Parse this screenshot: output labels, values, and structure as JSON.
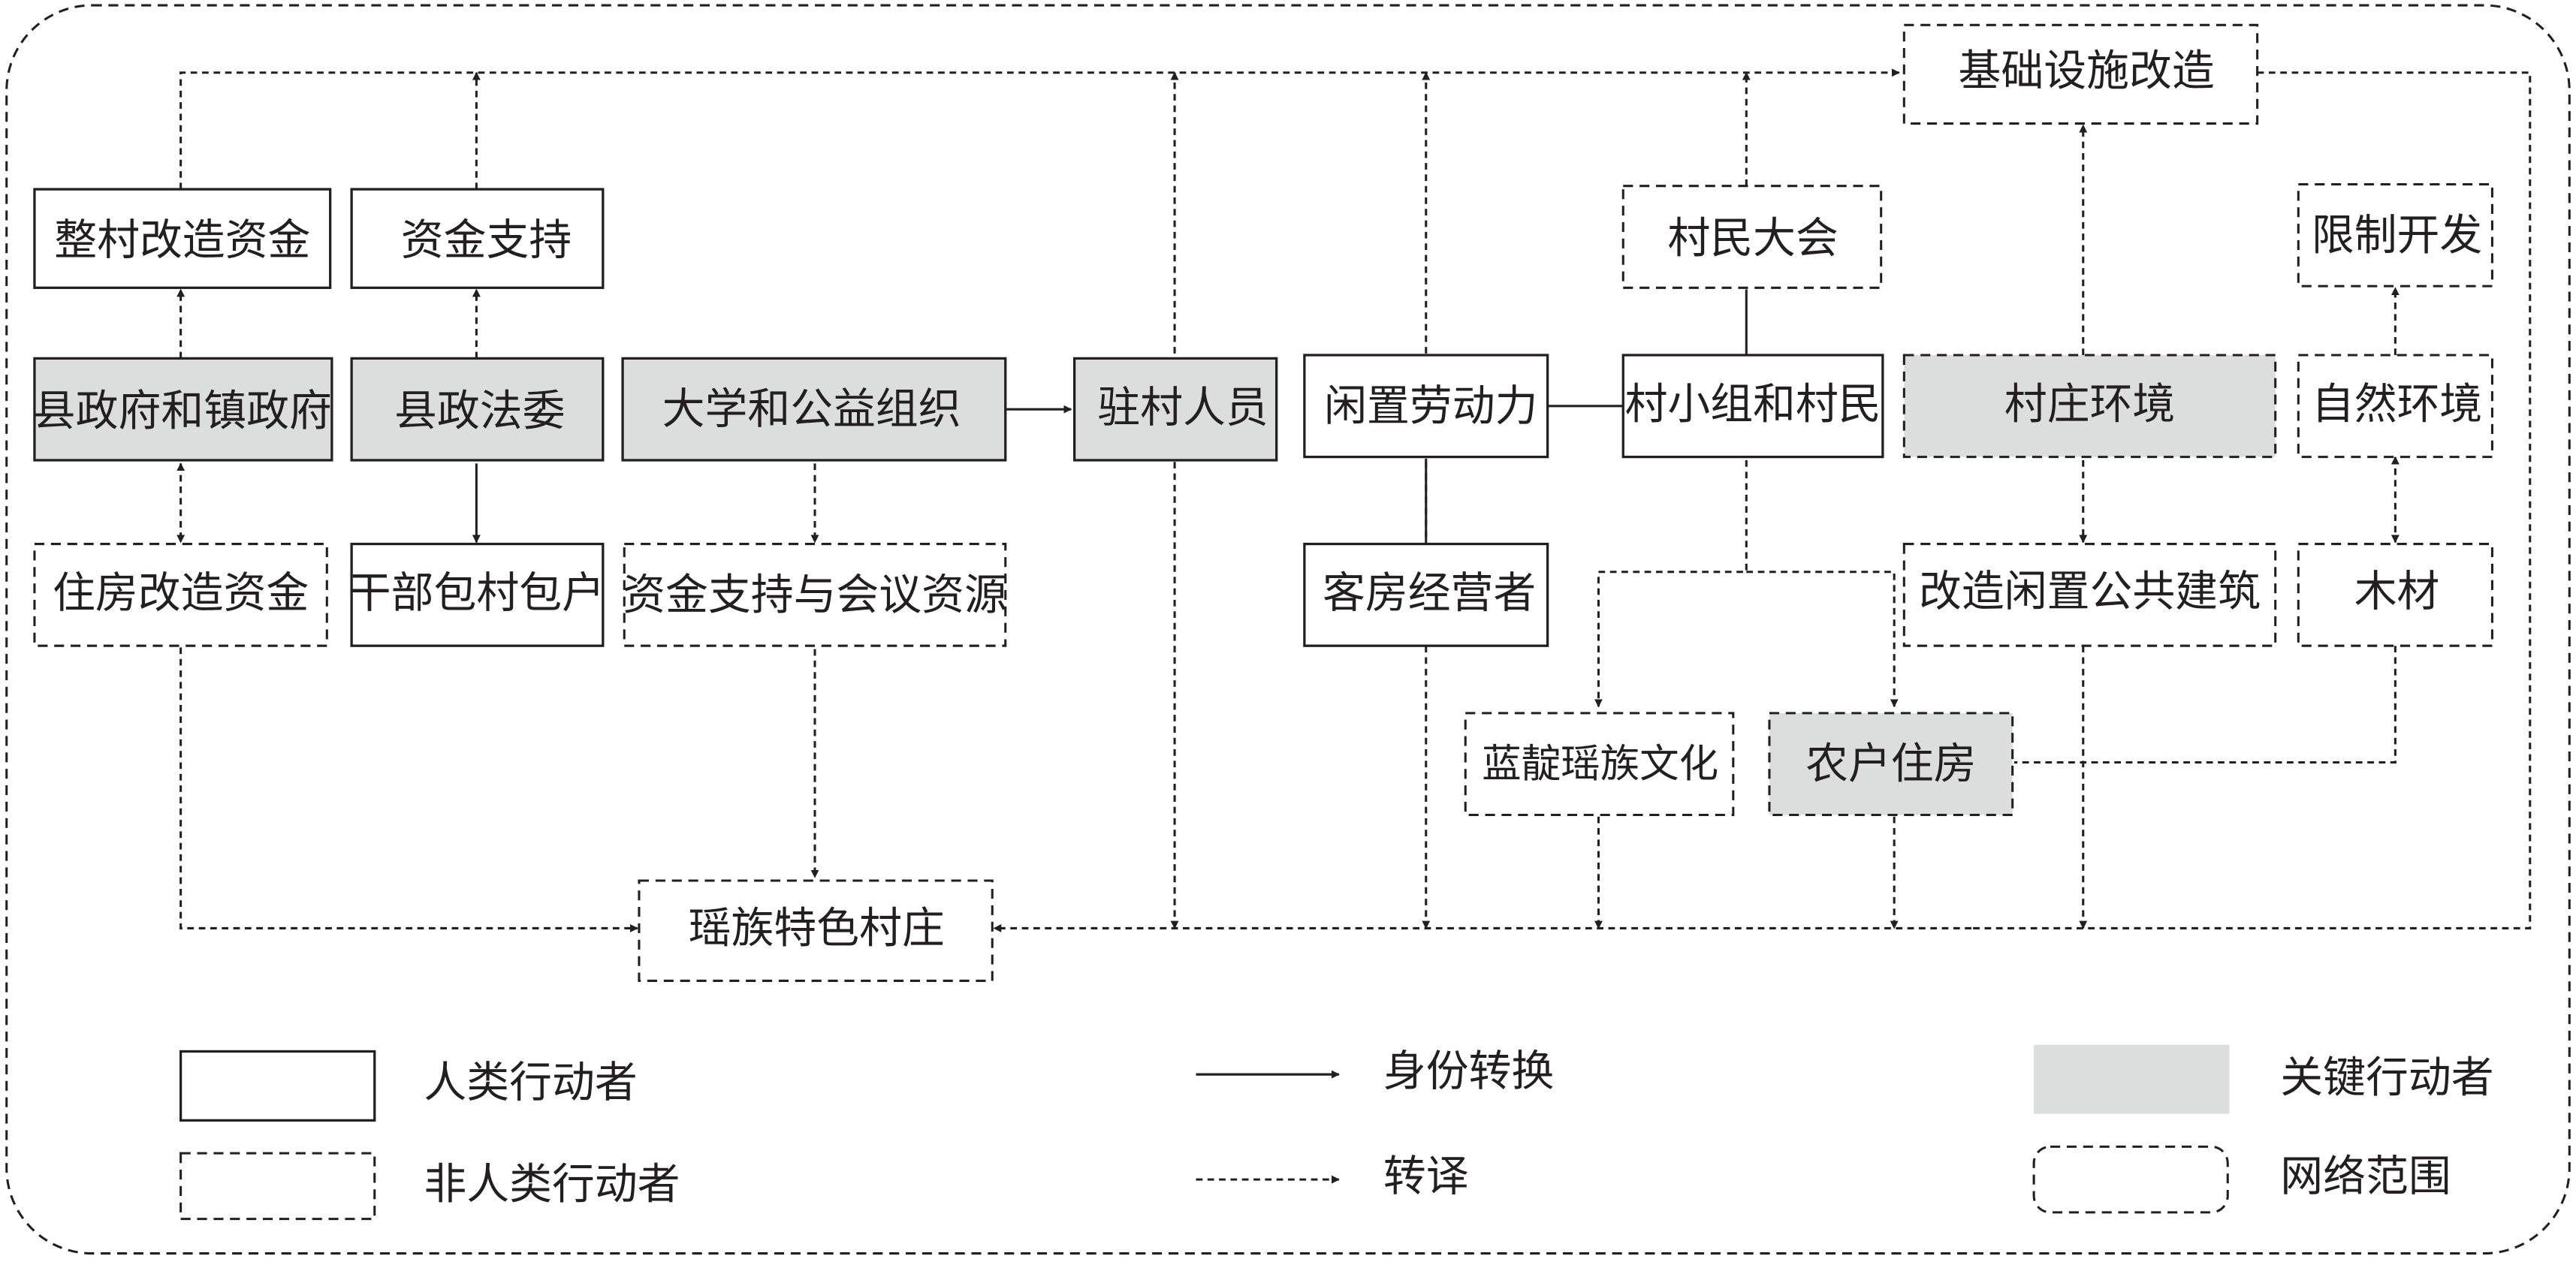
{
  "nodes": {
    "whole_village_fund": "整村改造资金",
    "fund_support": "资金支持",
    "county_town_gov": "县政府和镇政府",
    "county_politics_law": "县政法委",
    "university_public": "大学和公益组织",
    "resident_staff": "驻村人员",
    "idle_labor": "闲置劳动力",
    "village_group": "村小组和村民",
    "village_env": "村庄环境",
    "natural_env": "自然环境",
    "limit_dev": "限制开发",
    "infra_renovation": "基础设施改造",
    "villager_meeting": "村民大会",
    "housing_fund": "住房改造资金",
    "cadre_contract": "干部包村包户",
    "fund_meeting_res": "资金支持与会议资源",
    "guesthouse_operator": "客房经营者",
    "renovate_public_bldg": "改造闲置公共建筑",
    "timber": "木材",
    "lan_dian_culture": "蓝靛瑶族文化",
    "farmer_housing": "农户住房",
    "yao_village": "瑶族特色村庄"
  },
  "legend": {
    "human_actor": "人类行动者",
    "nonhuman_actor": "非人类行动者",
    "identity_shift": "身份转换",
    "translation": "转译",
    "key_actor": "关键行动者",
    "network_scope": "网络范围"
  },
  "colors": {
    "stroke": "#231f20",
    "key_fill": "#dcdddd",
    "background": "#ffffff"
  }
}
